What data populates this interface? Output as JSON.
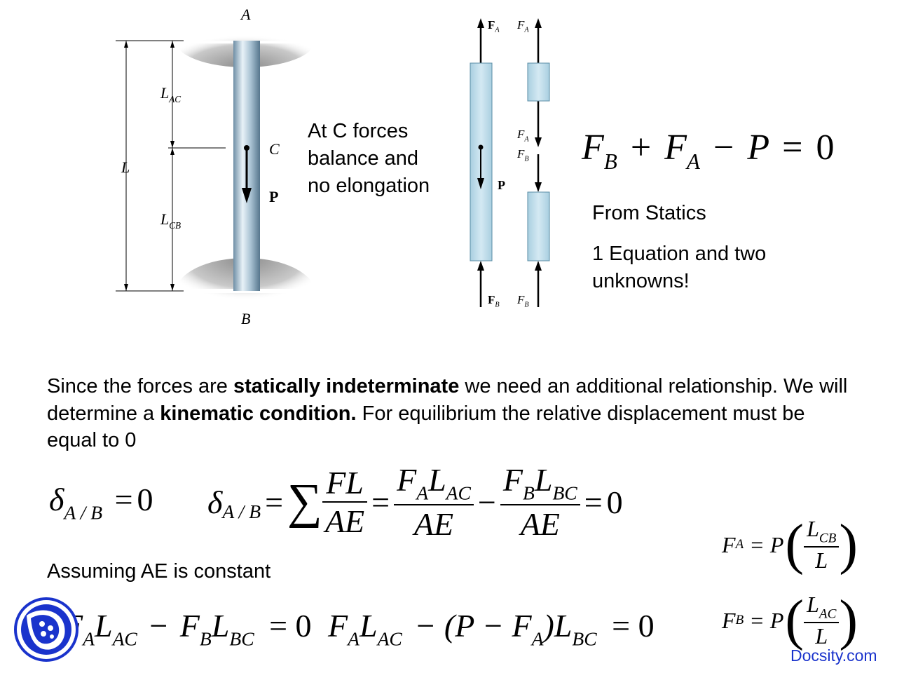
{
  "figure": {
    "point_a": "A",
    "point_b": "B",
    "point_c": "C",
    "load_p": "P",
    "dim_l": "L",
    "dim_lac": {
      "base": "L",
      "sub": "AC"
    },
    "dim_lcb": {
      "base": "L",
      "sub": "CB"
    },
    "fbd_fa_bold": {
      "base": "F",
      "sub": "A"
    },
    "fbd_fa": {
      "base": "F",
      "sub": "A"
    },
    "fbd_fa_mid": {
      "base": "F",
      "sub": "A"
    },
    "fbd_fb_mid": {
      "base": "F",
      "sub": "B"
    },
    "fbd_p": "P",
    "fbd_fb_bold": {
      "base": "F",
      "sub": "B"
    },
    "fbd_fb": {
      "base": "F",
      "sub": "B"
    }
  },
  "note": {
    "line1": "At C forces",
    "line2": "balance and",
    "line3": "no elongation"
  },
  "statics": {
    "equation": {
      "fb": "F",
      "fb_sub": "B",
      "plus": "+",
      "fa": "F",
      "fa_sub": "A",
      "minus": "−",
      "p": "P",
      "eq": "=",
      "zero": "0"
    },
    "label": "From Statics",
    "count_line1": "1 Equation and two",
    "count_line2": "unknowns!"
  },
  "paragraph": {
    "p1": "Since the forces are ",
    "b1": "statically indeterminate",
    "p2": " we need an additional relationship.  We will determine a ",
    "b2": "kinematic condition.",
    "p3": "  For equilibrium the relative displacement must be equal to 0"
  },
  "equations": {
    "delta": "δ",
    "delta_sub": "A / B",
    "eq": "=",
    "zero": "0",
    "sum": "∑",
    "fl": "FL",
    "ae": "AE",
    "fa_lac": {
      "f": "F",
      "fs": "A",
      "l": "L",
      "ls": "AC"
    },
    "fb_lbc": {
      "f": "F",
      "fs": "B",
      "l": "L",
      "ls": "BC"
    },
    "minus": "−",
    "assumption": "Assuming AE is constant",
    "line3_a": {
      "f": "F",
      "fs": "A",
      "l": "L",
      "ls": "AC",
      "minus": "−",
      "f2": "F",
      "f2s": "B",
      "l2": "L",
      "l2s": "BC",
      "tail": "= 0"
    },
    "line3_b": {
      "f": "F",
      "fs": "A",
      "l": "L",
      "ls": "AC",
      "mid": "− (P − ",
      "f2": "F",
      "f2s": "A",
      "close": ")",
      "l2": "L",
      "l2s": "BC",
      "tail": "= 0"
    },
    "result_fa": {
      "f": "F",
      "fs": "A",
      "eqp": "= P",
      "num": "L",
      "nums": "CB",
      "den": "L"
    },
    "result_fb": {
      "f": "F",
      "fs": "B",
      "eqp": "= P",
      "num": "L",
      "nums": "AC",
      "den": "L"
    }
  },
  "watermark": "Docsity.com"
}
